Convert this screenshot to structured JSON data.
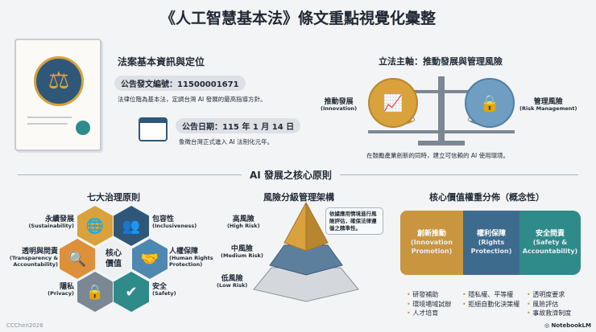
{
  "title": "《人工智慧基本法》條文重點視覺化彙整",
  "info": {
    "heading": "法案基本資訊與定位",
    "doc_no": "公告發文編號：11500001671",
    "doc_desc": "法律位階為基本法，定調台灣 AI 發展的最高指導方針。",
    "date": "公告日期：115 年 1 月 14 日",
    "date_desc": "象徵台灣正式進入 AI 法制化元年。"
  },
  "axis": {
    "heading": "立法主軸：推動發展與管理風險",
    "left": "推動發展",
    "left_en": "(Innovation)",
    "right": "管理風險",
    "right_en": "(Risk Management)",
    "caption": "在鼓勵產業創新的同時，建立可信賴的 AI 使用環境。"
  },
  "section_title": "AI 發展之核心原則",
  "principles": {
    "heading": "七大治理原則",
    "center": "核心價值",
    "items": [
      {
        "label": "永續發展",
        "en": "(Sustainability)",
        "icon": "globe-leaf-icon",
        "color": "#d9a23c"
      },
      {
        "label": "包容性",
        "en": "(Inclusiveness)",
        "icon": "people-icon",
        "color": "#2f5878"
      },
      {
        "label": "透明與問責",
        "en": "(Transparency & Accountability)",
        "icon": "magnifier-icon",
        "color": "#dd8f3a"
      },
      {
        "label": "人權保障",
        "en": "(Human Rights Protection)",
        "icon": "handshake-icon",
        "color": "#4e88b0"
      },
      {
        "label": "隱私",
        "en": "(Privacy)",
        "icon": "lock-icon",
        "color": "#7b8792"
      },
      {
        "label": "安全",
        "en": "(Safety)",
        "icon": "shield-check-icon",
        "color": "#2f8a8a"
      }
    ]
  },
  "risk": {
    "heading": "風險分級管理架構",
    "note": "依據應用情境進行風險評估，確保法律遵循之精準性。",
    "levels": [
      {
        "label": "高風險",
        "en": "(High Risk)",
        "color": "#c9963f"
      },
      {
        "label": "中風險",
        "en": "(Medium Risk)",
        "color": "#5d7f9e"
      },
      {
        "label": "低風險",
        "en": "(Low Risk)",
        "color": "#c9ced4"
      }
    ]
  },
  "weights": {
    "heading": "核心價值權重分佈（概念性）",
    "segments": [
      {
        "label": "創新推動",
        "en": "(Innovation Promotion)",
        "color": "#c9963f",
        "bullets": [
          "研發補助",
          "環境場域試辦",
          "人才培育"
        ]
      },
      {
        "label": "權利保障",
        "en": "(Rights Protection)",
        "color": "#3d6b8e",
        "bullets": [
          "隱私權、平等權",
          "拒絕自動化決策權"
        ]
      },
      {
        "label": "安全問責",
        "en": "(Safety & Accountability)",
        "color": "#2f8a8a",
        "bullets": [
          "透明度要求",
          "風險評估",
          "事故救濟制度"
        ]
      }
    ]
  },
  "footer": {
    "author": "CCChen2026",
    "brand": "NotebookLM"
  }
}
